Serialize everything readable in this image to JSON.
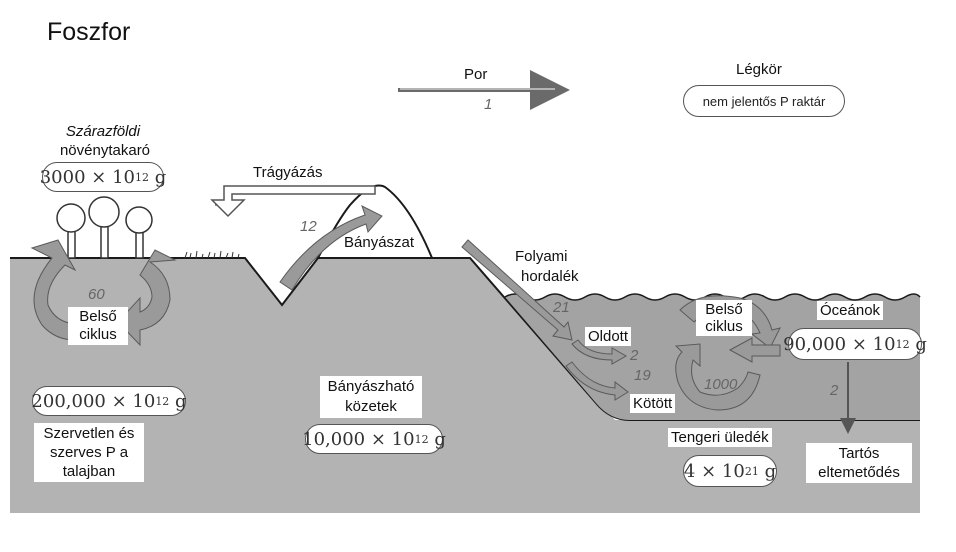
{
  "title": "Foszfor",
  "atmosphere": {
    "label": "Légkör",
    "store": "nem jelentős P raktár"
  },
  "dust": {
    "label": "Por",
    "flux": "1"
  },
  "terrestrial_vegetation": {
    "label_line1": "Szárazföldi",
    "label_line2": "növénytakaró",
    "pool_coeff": "3000",
    "pool_exp": "12"
  },
  "fertilization": {
    "label": "Trágyázás"
  },
  "mining": {
    "label": "Bányászat",
    "flux": "12"
  },
  "river_sediment": {
    "label_line1": "Folyami",
    "label_line2": "hordalék",
    "flux": "21"
  },
  "land_internal_cycle": {
    "label_line1": "Belső",
    "label_line2": "ciklus",
    "flux": "60"
  },
  "soil": {
    "pool_coeff": "200,000",
    "pool_exp": "12",
    "label_line1": "Szervetlen és",
    "label_line2": "szerves P a",
    "label_line3": "talajban"
  },
  "minable_rocks": {
    "label_line1": "Bányászható",
    "label_line2": "közetek",
    "pool_coeff": "10,000",
    "pool_exp": "12"
  },
  "dissolved": {
    "label": "Oldott",
    "flux": "2"
  },
  "bound": {
    "label": "Kötött",
    "flux": "19"
  },
  "ocean_internal_cycle": {
    "label_line1": "Belső",
    "label_line2": "ciklus",
    "flux": "1000"
  },
  "oceans": {
    "label": "Óceánok",
    "pool_coeff": "90,000",
    "pool_exp": "12"
  },
  "marine_sediment": {
    "label": "Tengeri üledék",
    "pool_coeff": "4",
    "pool_exp": "21"
  },
  "burial": {
    "flux": "2",
    "label_line1": "Tartós",
    "label_line2": "eltemetődés"
  },
  "pool_unit_mult": "× 10",
  "pool_unit": "g",
  "colors": {
    "ground": "#b3b3b3",
    "ground_edge": "#1a1a1a",
    "arrow": "#9a9a9a",
    "arrow_edge": "#5a5a5a",
    "tree": "#ffffff"
  }
}
